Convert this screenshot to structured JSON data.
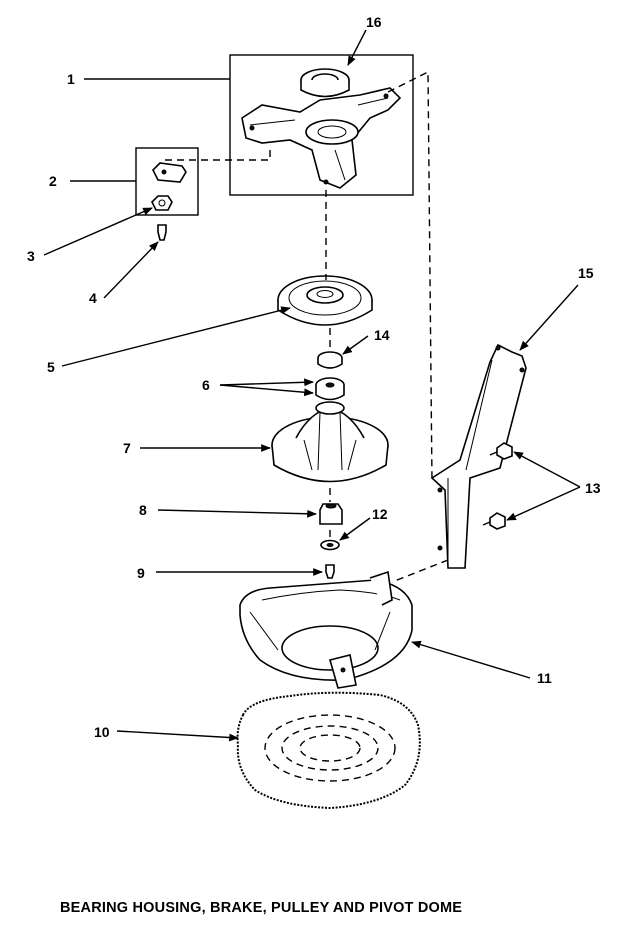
{
  "caption": "BEARING HOUSING, BRAKE, PULLEY AND PIVOT DOME",
  "callouts": {
    "c1": "1",
    "c2": "2",
    "c3": "3",
    "c4": "4",
    "c5": "5",
    "c6": "6",
    "c7": "7",
    "c8": "8",
    "c9": "9",
    "c10": "10",
    "c11": "11",
    "c12": "12",
    "c13": "13",
    "c14": "14",
    "c15": "15",
    "c16": "16"
  }
}
